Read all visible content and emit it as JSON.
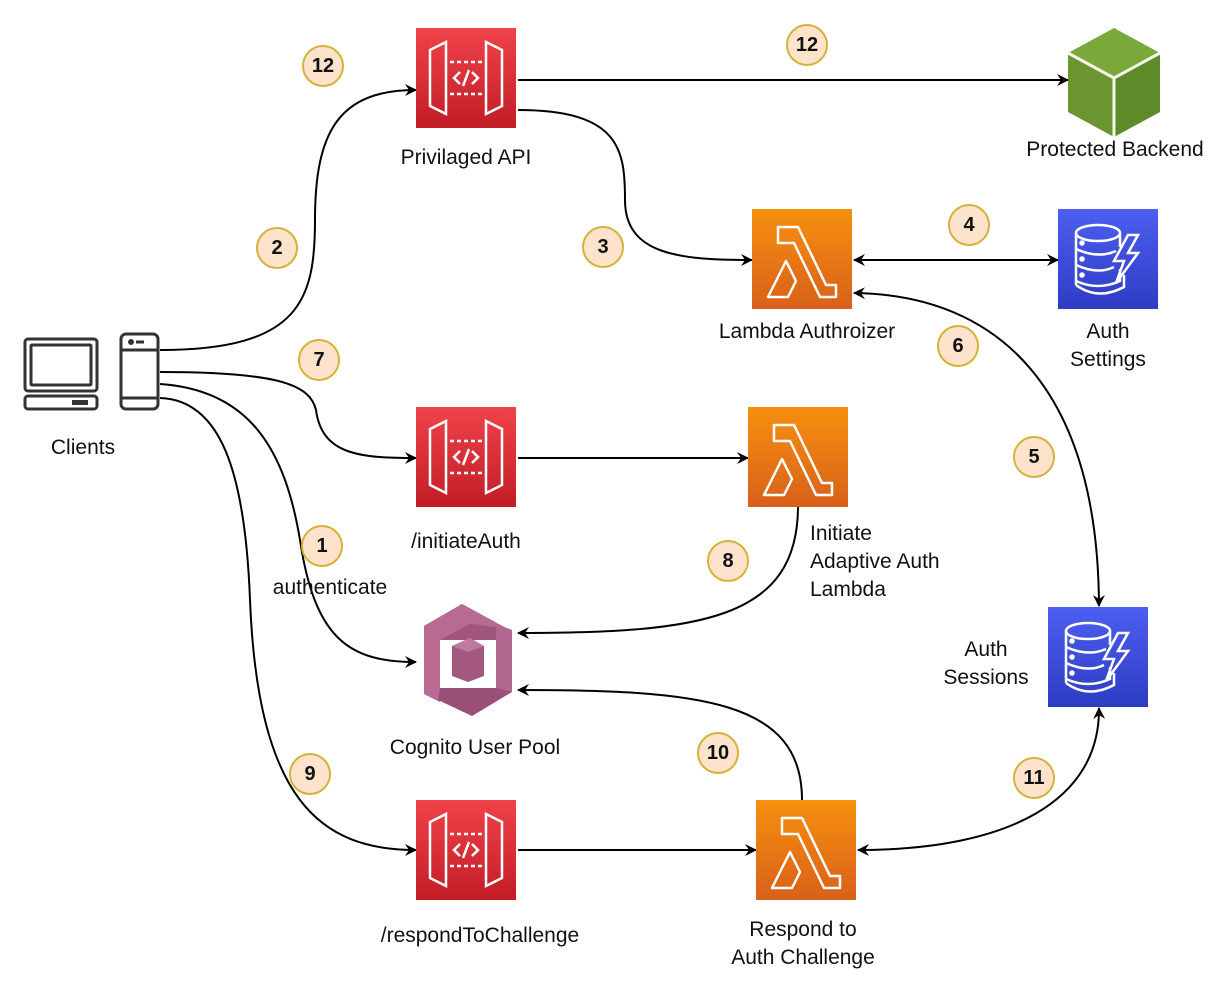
{
  "diagram": {
    "nodes": {
      "clients": {
        "label": "Clients"
      },
      "privileged_api": {
        "label": "Privilaged API",
        "type": "api-gateway"
      },
      "protected_backend": {
        "label": "Protected Backend",
        "type": "compute"
      },
      "lambda_authorizer": {
        "label": "Lambda Authroizer",
        "type": "lambda"
      },
      "auth_settings": {
        "label_line1": "Auth",
        "label_line2": "Settings",
        "type": "dynamodb"
      },
      "initiate_auth_api": {
        "label": "/initiateAuth",
        "type": "api-gateway"
      },
      "initiate_lambda": {
        "label_line1": "Initiate",
        "label_line2": "Adaptive Auth",
        "label_line3": "Lambda",
        "type": "lambda"
      },
      "cognito": {
        "label": "Cognito User Pool",
        "type": "cognito"
      },
      "auth_sessions": {
        "label_line1": "Auth",
        "label_line2": "Sessions",
        "type": "dynamodb"
      },
      "respond_api": {
        "label": "/respondToChallenge",
        "type": "api-gateway"
      },
      "respond_lambda": {
        "label_line1": "Respond to",
        "label_line2": "Auth Challenge",
        "type": "lambda"
      }
    },
    "edge_labels": {
      "authenticate": "authenticate"
    },
    "steps": {
      "s1": "1",
      "s2": "2",
      "s3": "3",
      "s4": "4",
      "s5": "5",
      "s6": "6",
      "s7": "7",
      "s8": "8",
      "s9": "9",
      "s10": "10",
      "s11": "11",
      "s12a": "12",
      "s12b": "12"
    },
    "edges": [
      {
        "from": "clients",
        "to": "privileged_api",
        "step": "2"
      },
      {
        "from": "privileged_api",
        "to": "protected_backend",
        "step": "12"
      },
      {
        "from": "privileged_api",
        "to": "lambda_authorizer",
        "step": "3"
      },
      {
        "from": "lambda_authorizer",
        "to": "auth_settings",
        "step": "4",
        "bidirectional": true
      },
      {
        "from": "lambda_authorizer",
        "to": "auth_sessions",
        "step": "5/6",
        "bidirectional": true
      },
      {
        "from": "clients",
        "to": "initiate_auth_api",
        "step": "7"
      },
      {
        "from": "initiate_auth_api",
        "to": "initiate_lambda"
      },
      {
        "from": "initiate_lambda",
        "to": "cognito",
        "step": "8"
      },
      {
        "from": "clients",
        "to": "cognito",
        "step": "1",
        "label": "authenticate"
      },
      {
        "from": "clients",
        "to": "respond_api",
        "step": "9"
      },
      {
        "from": "respond_api",
        "to": "respond_lambda"
      },
      {
        "from": "respond_lambda",
        "to": "cognito",
        "step": "10"
      },
      {
        "from": "respond_lambda",
        "to": "auth_sessions",
        "step": "11",
        "bidirectional": true
      }
    ],
    "colors": {
      "api_gateway": "#d9232e",
      "lambda": "#e8760f",
      "dynamodb": "#3a4ed6",
      "cognito": "#a3577f",
      "backend": "#6f9a2f",
      "badge_fill": "#fde3cc",
      "badge_border": "#d6b23a"
    }
  }
}
